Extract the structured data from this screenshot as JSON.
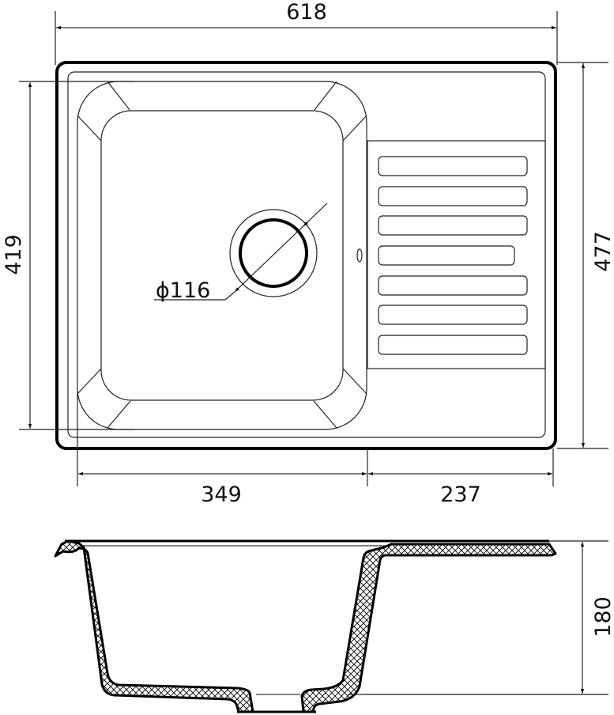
{
  "drawing": {
    "type": "kitchen sink technical drawing",
    "views": [
      "top-view",
      "section-view"
    ],
    "units": "mm",
    "line_color": "#000000",
    "background_color": "#ffffff"
  },
  "dimensions": {
    "overall_width": "618",
    "overall_depth": "477",
    "bowl_depth_length": "419",
    "bowl_width": "349",
    "drainboard_width": "237",
    "drain_diameter": "ϕ116",
    "bowl_height": "180"
  },
  "drainboard": {
    "rib_count": 7
  }
}
